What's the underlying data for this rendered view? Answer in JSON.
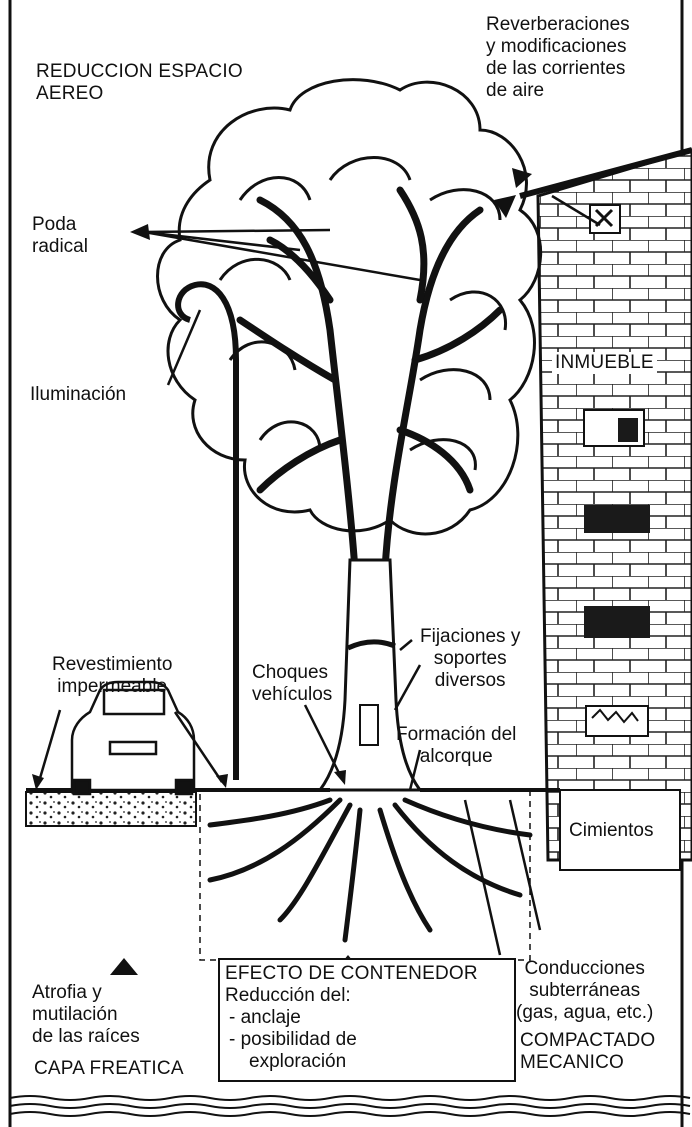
{
  "labels": {
    "reduccion_espacio": [
      "REDUCCION ESPACIO",
      "AEREO"
    ],
    "reverberaciones": [
      "Reverberaciones",
      "y modificaciones",
      "de las corrientes",
      "de aire"
    ],
    "poda": [
      "Poda",
      "radical"
    ],
    "iluminacion": "Iluminación",
    "inmueble": "INMUEBLE",
    "revestimiento": [
      "Revestimiento",
      "impermeable"
    ],
    "choques": [
      "Choques",
      "vehículos"
    ],
    "fijaciones": [
      "Fijaciones y",
      "soportes",
      "diversos"
    ],
    "formacion": [
      "Formación del",
      "alcorque"
    ],
    "cimientos": "Cimientos",
    "atrofia": [
      "Atrofia y",
      "mutilación",
      "de las raíces"
    ],
    "efecto": {
      "title": "EFECTO DE CONTENEDOR",
      "subtitle": "Reducción del:",
      "items": [
        "- anclaje",
        "- posibilidad de",
        "exploración"
      ]
    },
    "conducciones": [
      "Conducciones",
      "subterráneas",
      "(gas, agua, etc.)"
    ],
    "compactado": [
      "COMPACTADO",
      "MECANICO"
    ],
    "capa_freatica": "CAPA FREATICA"
  },
  "colors": {
    "ink": "#111111",
    "paper": "#ffffff",
    "dark_window": "#1a1a1a"
  }
}
